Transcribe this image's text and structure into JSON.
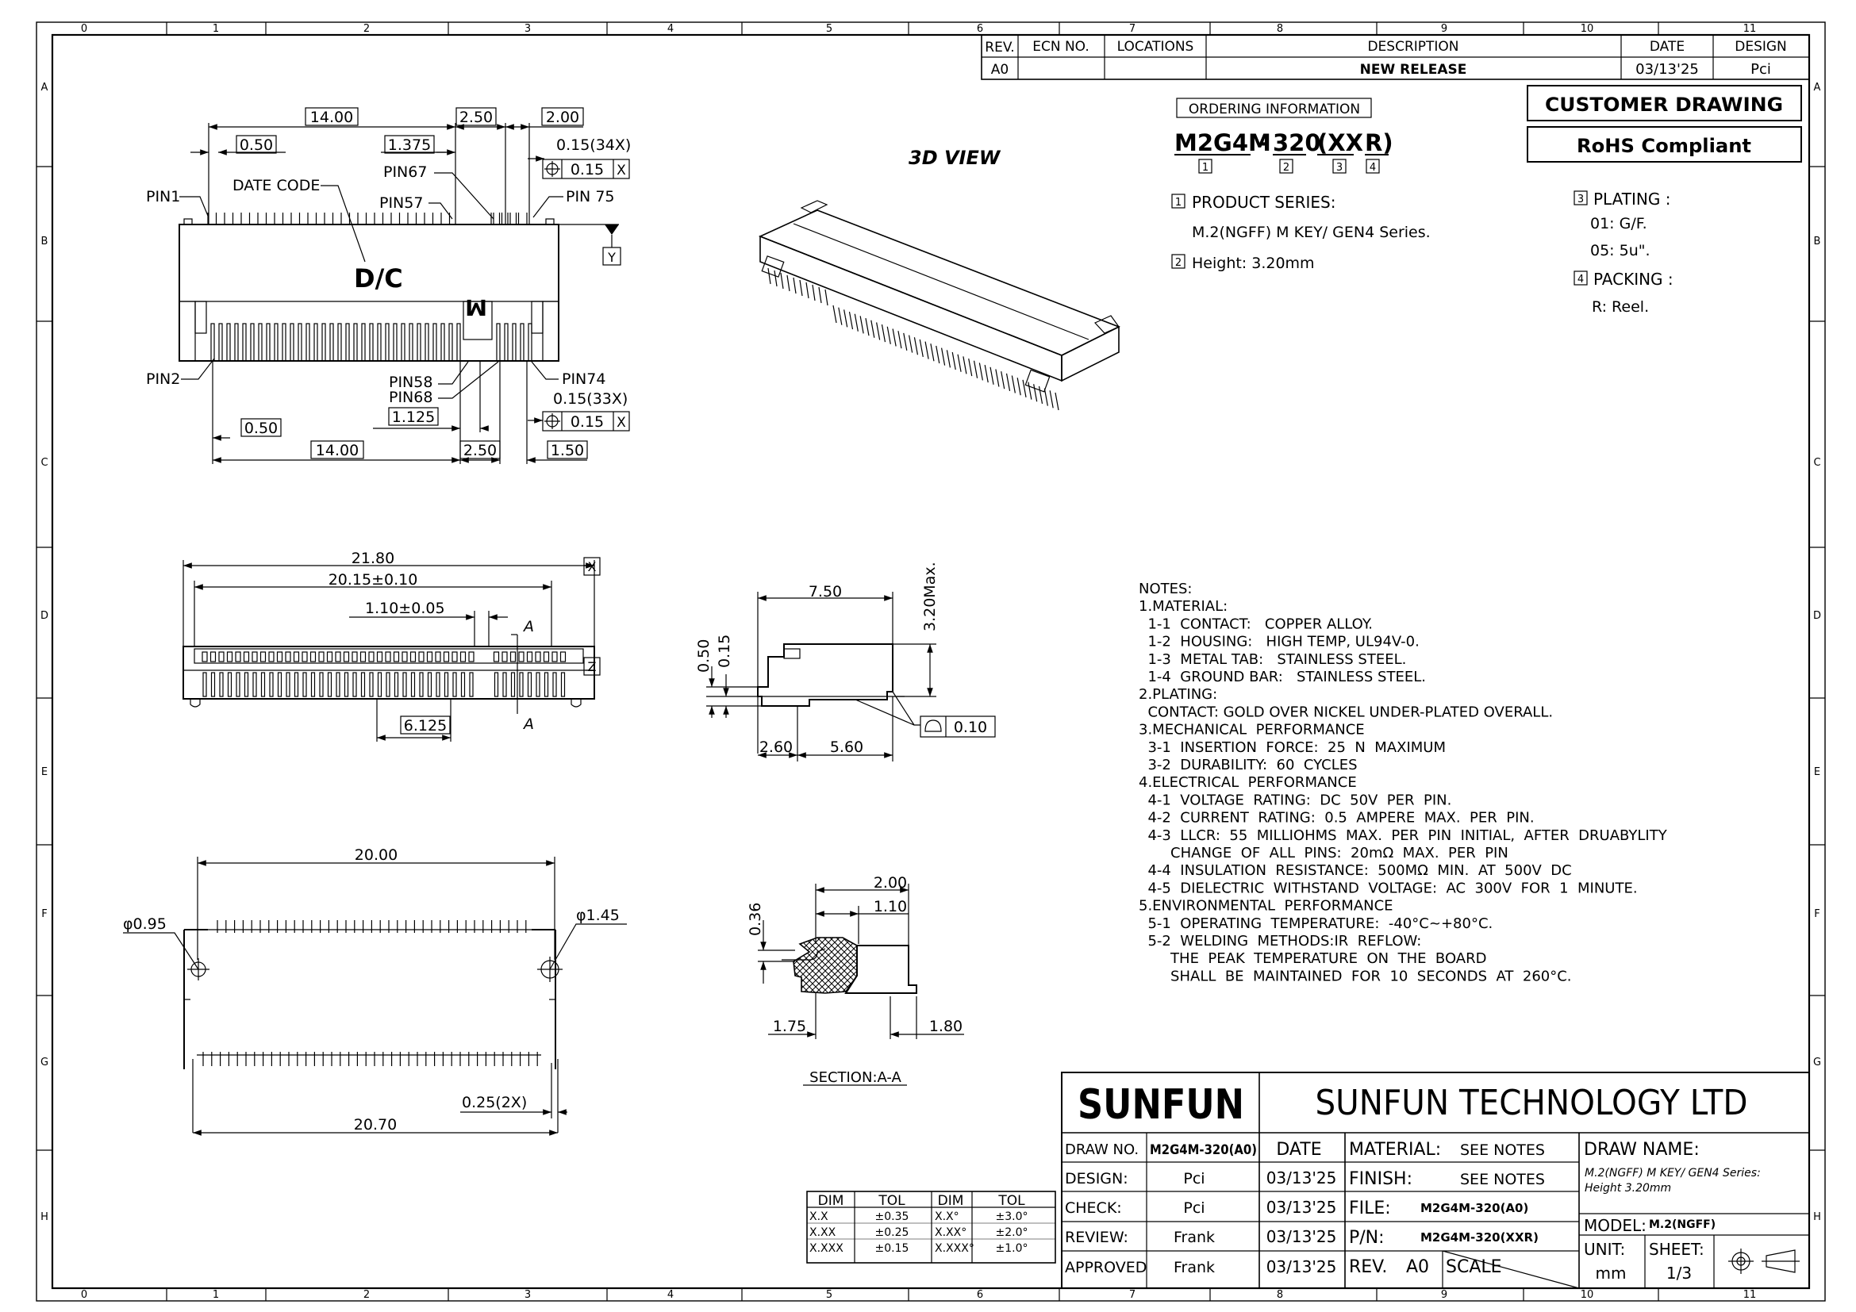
{
  "border": {
    "cols": [
      "0",
      "1",
      "2",
      "3",
      "4",
      "5",
      "6",
      "7",
      "8",
      "9",
      "10",
      "11"
    ],
    "rows": [
      "A",
      "B",
      "C",
      "D",
      "E",
      "F",
      "G",
      "H"
    ]
  },
  "revision": {
    "headers": [
      "REV.",
      "ECN NO.",
      "LOCATIONS",
      "DESCRIPTION",
      "DATE",
      "DESIGN"
    ],
    "row": [
      "A0",
      "",
      "",
      "NEW RELEASE",
      "03/13'25",
      "Pci"
    ]
  },
  "stamps": {
    "customer": "CUSTOMER DRAWING",
    "rohs": "RoHS Compliant"
  },
  "ordering": {
    "title": "ORDERING INFORMATION",
    "part": [
      "M2G4M",
      "-",
      "320",
      "(XX",
      "R)"
    ],
    "marks": [
      "1",
      "2",
      "3",
      "4"
    ],
    "product_series_label": "PRODUCT SERIES:",
    "product_series": "M.2(NGFF) M KEY/ GEN4 Series.",
    "height": "Height: 3.20mm",
    "plating_label": "PLATING :",
    "plating": [
      "01: G/F.",
      "05: 5u\"."
    ],
    "packing_label": "PACKING :",
    "packing": "R: Reel."
  },
  "view3d": "3D VIEW",
  "top_view": {
    "d_14_00_top": "14.00",
    "d_2_50_top": "2.50",
    "d_2_00": "2.00",
    "d_0_50_top": "0.50",
    "d_1_375": "1.375",
    "tol_top": "0.15(34X)",
    "tol_top_val": "0.15",
    "tol_top_ref": "X",
    "pin1": "PIN1",
    "date_code": "DATE CODE",
    "pin67": "PIN67",
    "pin57": "PIN57",
    "pin75": "PIN 75",
    "y_ref": "Y",
    "dc": "D/C",
    "m": "M",
    "pin2": "PIN2",
    "pin58": "PIN58",
    "pin68": "PIN68",
    "pin74": "PIN74",
    "tol_bot": "0.15(33X)",
    "tol_bot_val": "0.15",
    "tol_bot_ref": "X",
    "d_1_125": "1.125",
    "d_0_50_bot": "0.50",
    "d_14_00_bot": "14.00",
    "d_2_50_bot": "2.50",
    "d_1_50": "1.50"
  },
  "front_view": {
    "d_21_80": "21.80",
    "d_20_15": "20.15±0.10",
    "d_1_10": "1.10±0.05",
    "a_top": "A",
    "a_bot": "A",
    "x_ref": "X",
    "z_ref": "Z",
    "d_6_125": "6.125"
  },
  "side_view": {
    "d_7_50": "7.50",
    "d_3_20": "3.20Max.",
    "d_0_50": "0.50",
    "d_0_15": "0.15",
    "flat_val": "0.10",
    "d_2_60": "2.60",
    "d_5_60": "5.60"
  },
  "bottom_view": {
    "d_20_00": "20.00",
    "d_0_95": "φ0.95",
    "d_1_45": "φ1.45",
    "d_0_25": "0.25(2X)",
    "d_20_70": "20.70"
  },
  "section": {
    "d_2_00": "2.00",
    "d_1_10": "1.10",
    "d_0_36": "0.36",
    "d_1_75": "1.75",
    "d_1_80": "1.80",
    "title": "SECTION:A-A"
  },
  "notes": [
    "NOTES:",
    "1.MATERIAL:",
    "  1-1  CONTACT:   COPPER ALLOY.",
    "  1-2  HOUSING:   HIGH TEMP, UL94V-0.",
    "  1-3  METAL TAB:   STAINLESS STEEL.",
    "  1-4  GROUND BAR:   STAINLESS STEEL.",
    "2.PLATING:",
    "  CONTACT: GOLD OVER NICKEL UNDER-PLATED OVERALL.",
    "3.MECHANICAL  PERFORMANCE",
    "  3-1  INSERTION  FORCE:  25  N  MAXIMUM",
    "  3-2  DURABILITY:  60  CYCLES",
    "4.ELECTRICAL  PERFORMANCE",
    "  4-1  VOLTAGE  RATING:  DC  50V  PER  PIN.",
    "  4-2  CURRENT  RATING:  0.5  AMPERE  MAX.  PER  PIN.",
    "  4-3  LLCR:  55  MILLIOHMS  MAX.  PER  PIN  INITIAL,  AFTER  DRUABYLITY",
    "       CHANGE  OF  ALL  PINS:  20mΩ  MAX.  PER  PIN",
    "  4-4  INSULATION  RESISTANCE:  500MΩ  MIN.  AT  500V  DC",
    "  4-5  DIELECTRIC  WITHSTAND  VOLTAGE:  AC  300V  FOR  1  MINUTE.",
    "5.ENVIRONMENTAL  PERFORMANCE",
    "  5-1  OPERATING  TEMPERATURE:  -40°C~+80°C.",
    "  5-2  WELDING  METHODS:IR  REFLOW:",
    "       THE  PEAK  TEMPERATURE  ON  THE  BOARD",
    "       SHALL  BE  MAINTAINED  FOR  10  SECONDS  AT  260°C."
  ],
  "tolerance": {
    "headers": [
      "DIM",
      "TOL",
      "DIM",
      "TOL"
    ],
    "rows": [
      [
        "X.X",
        "±0.35",
        "X.X°",
        "±3.0°"
      ],
      [
        "X.XX",
        "±0.25",
        "X.XX°",
        "±2.0°"
      ],
      [
        "X.XXX",
        "±0.15",
        "X.XXX°",
        "±1.0°"
      ]
    ]
  },
  "title_block": {
    "logo": "SUNFUN",
    "company": "SUNFUN  TECHNOLOGY  LTD",
    "draw_no_label": "DRAW NO.",
    "draw_no": "M2G4M-320(A0)",
    "date_label": "DATE",
    "rows": [
      {
        "label": "DESIGN:",
        "name": "Pci",
        "date": "03/13'25"
      },
      {
        "label": "CHECK:",
        "name": "Pci",
        "date": "03/13'25"
      },
      {
        "label": "REVIEW:",
        "name": "Frank",
        "date": "03/13'25"
      },
      {
        "label": "APPROVED",
        "name": "Frank",
        "date": "03/13'25"
      }
    ],
    "material_label": "MATERIAL:",
    "material": "SEE  NOTES",
    "finish_label": "FINISH:",
    "finish": "SEE  NOTES",
    "file_label": "FILE:",
    "file": "M2G4M-320(A0)",
    "pn_label": "P/N:",
    "pn": "M2G4M-320(XXR)",
    "rev_label": "REV.",
    "rev": "A0",
    "scale_label": "SCALE",
    "draw_name_label": "DRAW NAME:",
    "draw_name_1": "M.2(NGFF) M KEY/ GEN4 Series:",
    "draw_name_2": "Height 3.20mm",
    "model_label": "MODEL:",
    "model": "M.2(NGFF)",
    "unit_label": "UNIT:",
    "unit": "mm",
    "sheet_label": "SHEET:",
    "sheet": "1/3"
  }
}
